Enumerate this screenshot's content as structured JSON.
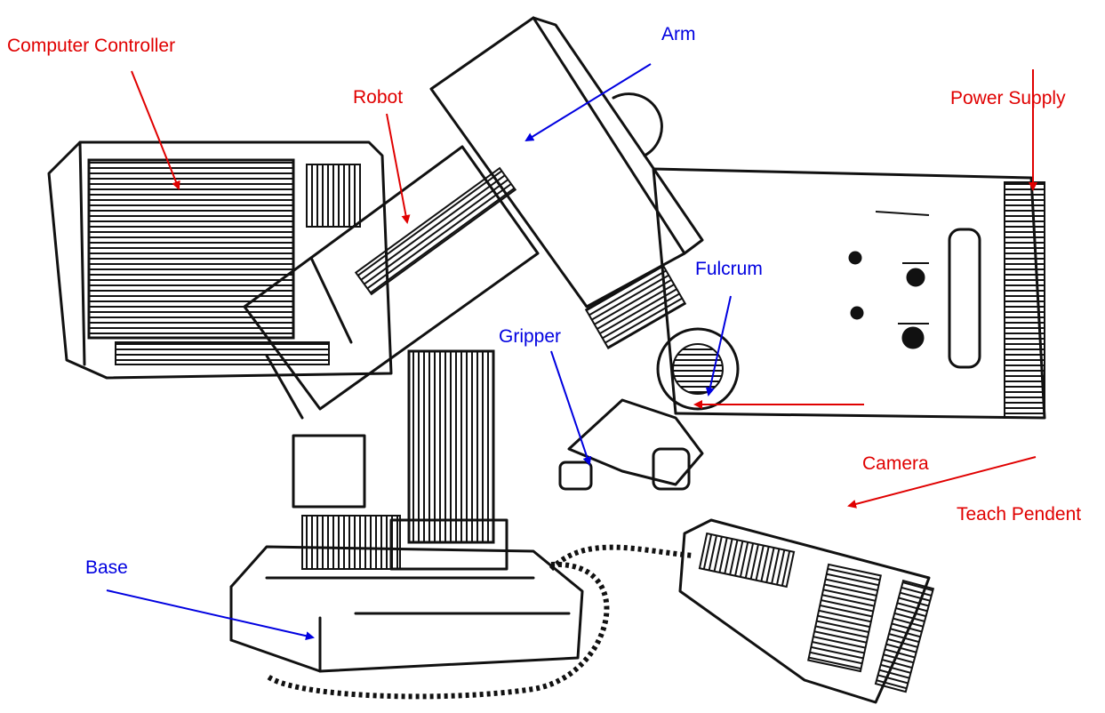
{
  "diagram": {
    "image": "robot-arm-line-drawing",
    "colors": {
      "red_label": "#e00000",
      "blue_label": "#0000e0",
      "ink": "#111111"
    },
    "labels": [
      {
        "id": "computer-controller",
        "text": "Computer Controller",
        "color": "red"
      },
      {
        "id": "robot",
        "text": "Robot",
        "color": "red"
      },
      {
        "id": "arm",
        "text": "Arm",
        "color": "blue"
      },
      {
        "id": "power-supply",
        "text": "Power Supply",
        "color": "red"
      },
      {
        "id": "fulcrum",
        "text": "Fulcrum",
        "color": "blue"
      },
      {
        "id": "gripper",
        "text": "Gripper",
        "color": "blue"
      },
      {
        "id": "camera",
        "text": "Camera",
        "color": "red"
      },
      {
        "id": "teach-pendent",
        "text": "Teach Pendent",
        "color": "red"
      },
      {
        "id": "base",
        "text": "Base",
        "color": "blue"
      }
    ]
  }
}
